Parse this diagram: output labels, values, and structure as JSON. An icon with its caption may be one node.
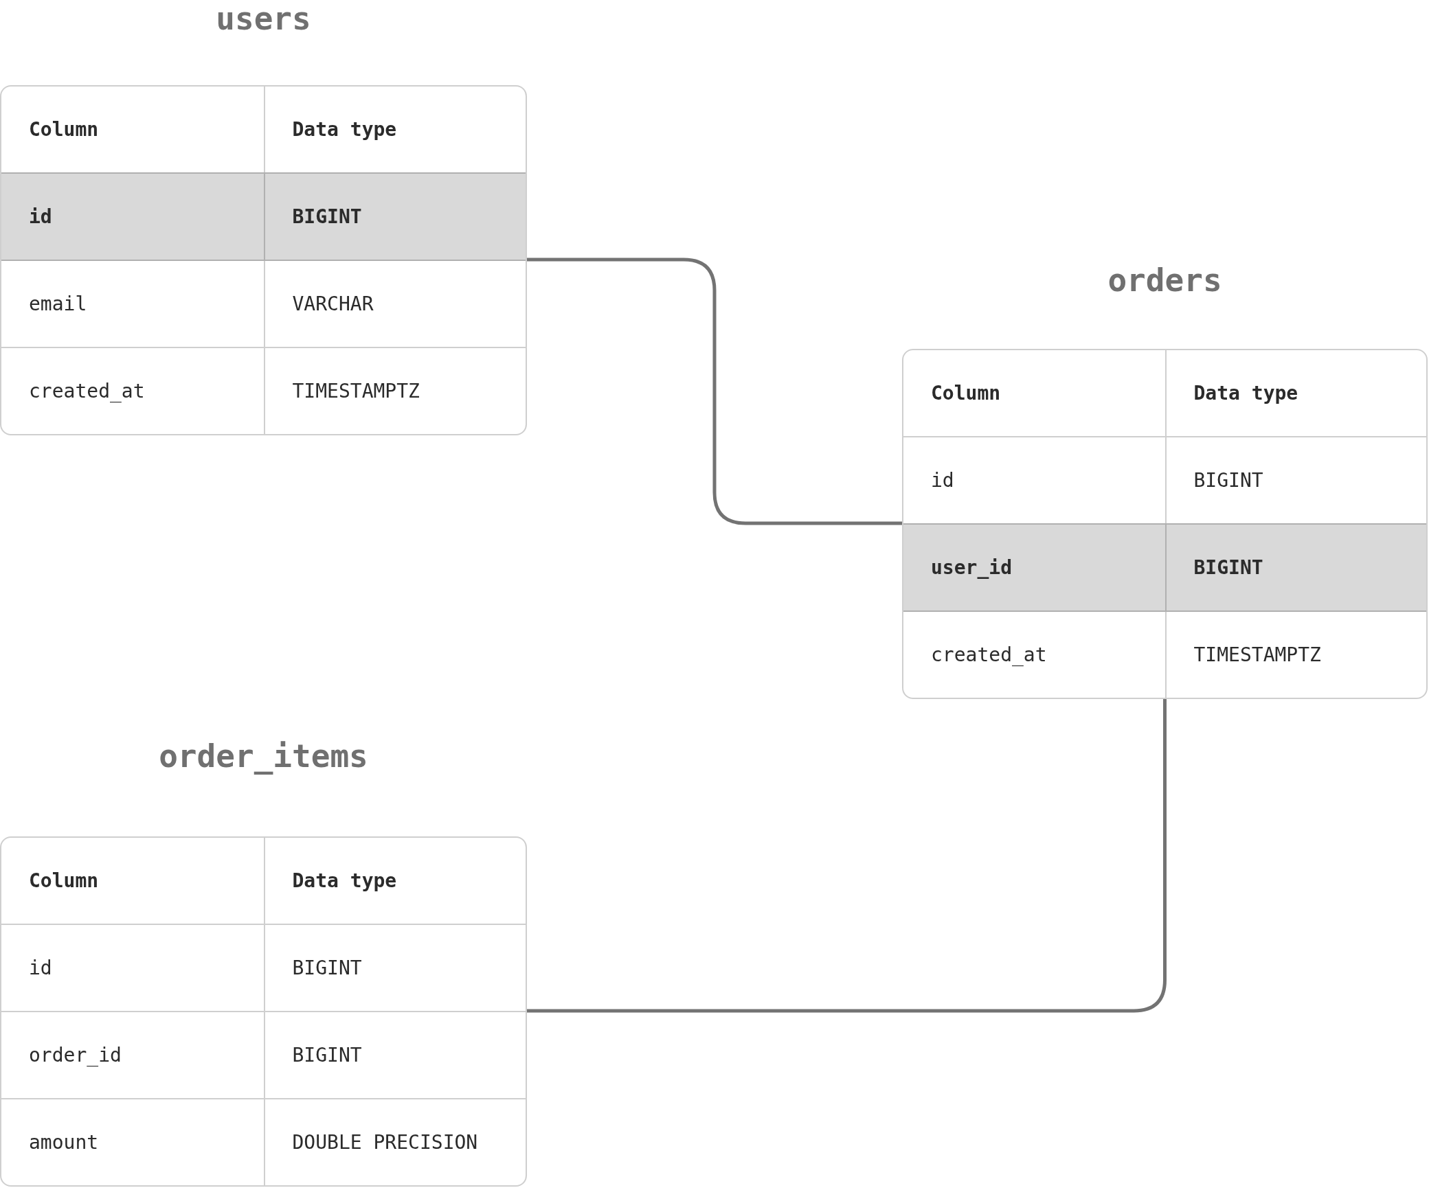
{
  "diagram": {
    "nodes": [
      {
        "text": [
          "users"
        ]
      },
      {
        "text": [
          "Column",
          "Data type"
        ],
        "in": 0
      },
      {
        "text": [
          "id",
          "BIGINT"
        ],
        "in": 0
      },
      {
        "text": [
          "email",
          "VARCHAR"
        ],
        "in": 0
      },
      {
        "text": [
          "created_at",
          "TIMESTAMPTZ"
        ],
        "in": 0
      },
      {
        "text": [
          "orders"
        ]
      },
      {
        "text": [
          "Column",
          "Data type"
        ],
        "in": 5
      },
      {
        "text": [
          "id",
          "BIGINT"
        ],
        "in": 5
      },
      {
        "text": [
          "user_id",
          "BIGINT"
        ],
        "in": 5
      },
      {
        "text": [
          "created_at",
          "TIMESTAMPTZ"
        ],
        "in": 5
      },
      {
        "text": [
          "order_items"
        ]
      },
      {
        "text": [
          "Column",
          "Data type"
        ],
        "in": 10
      },
      {
        "text": [
          "id",
          "BIGINT"
        ],
        "in": 10
      },
      {
        "text": [
          "order_id",
          "BIGINT"
        ],
        "in": 10
      },
      {
        "text": [
          "amount",
          "DOUBLE PRECISION"
        ],
        "in": 10
      }
    ],
    "edges": [
      {
        "from": 2,
        "to": 8,
        "arrow": "none"
      },
      {
        "from": 5,
        "to": 13,
        "arrow": "none"
      }
    ]
  }
}
